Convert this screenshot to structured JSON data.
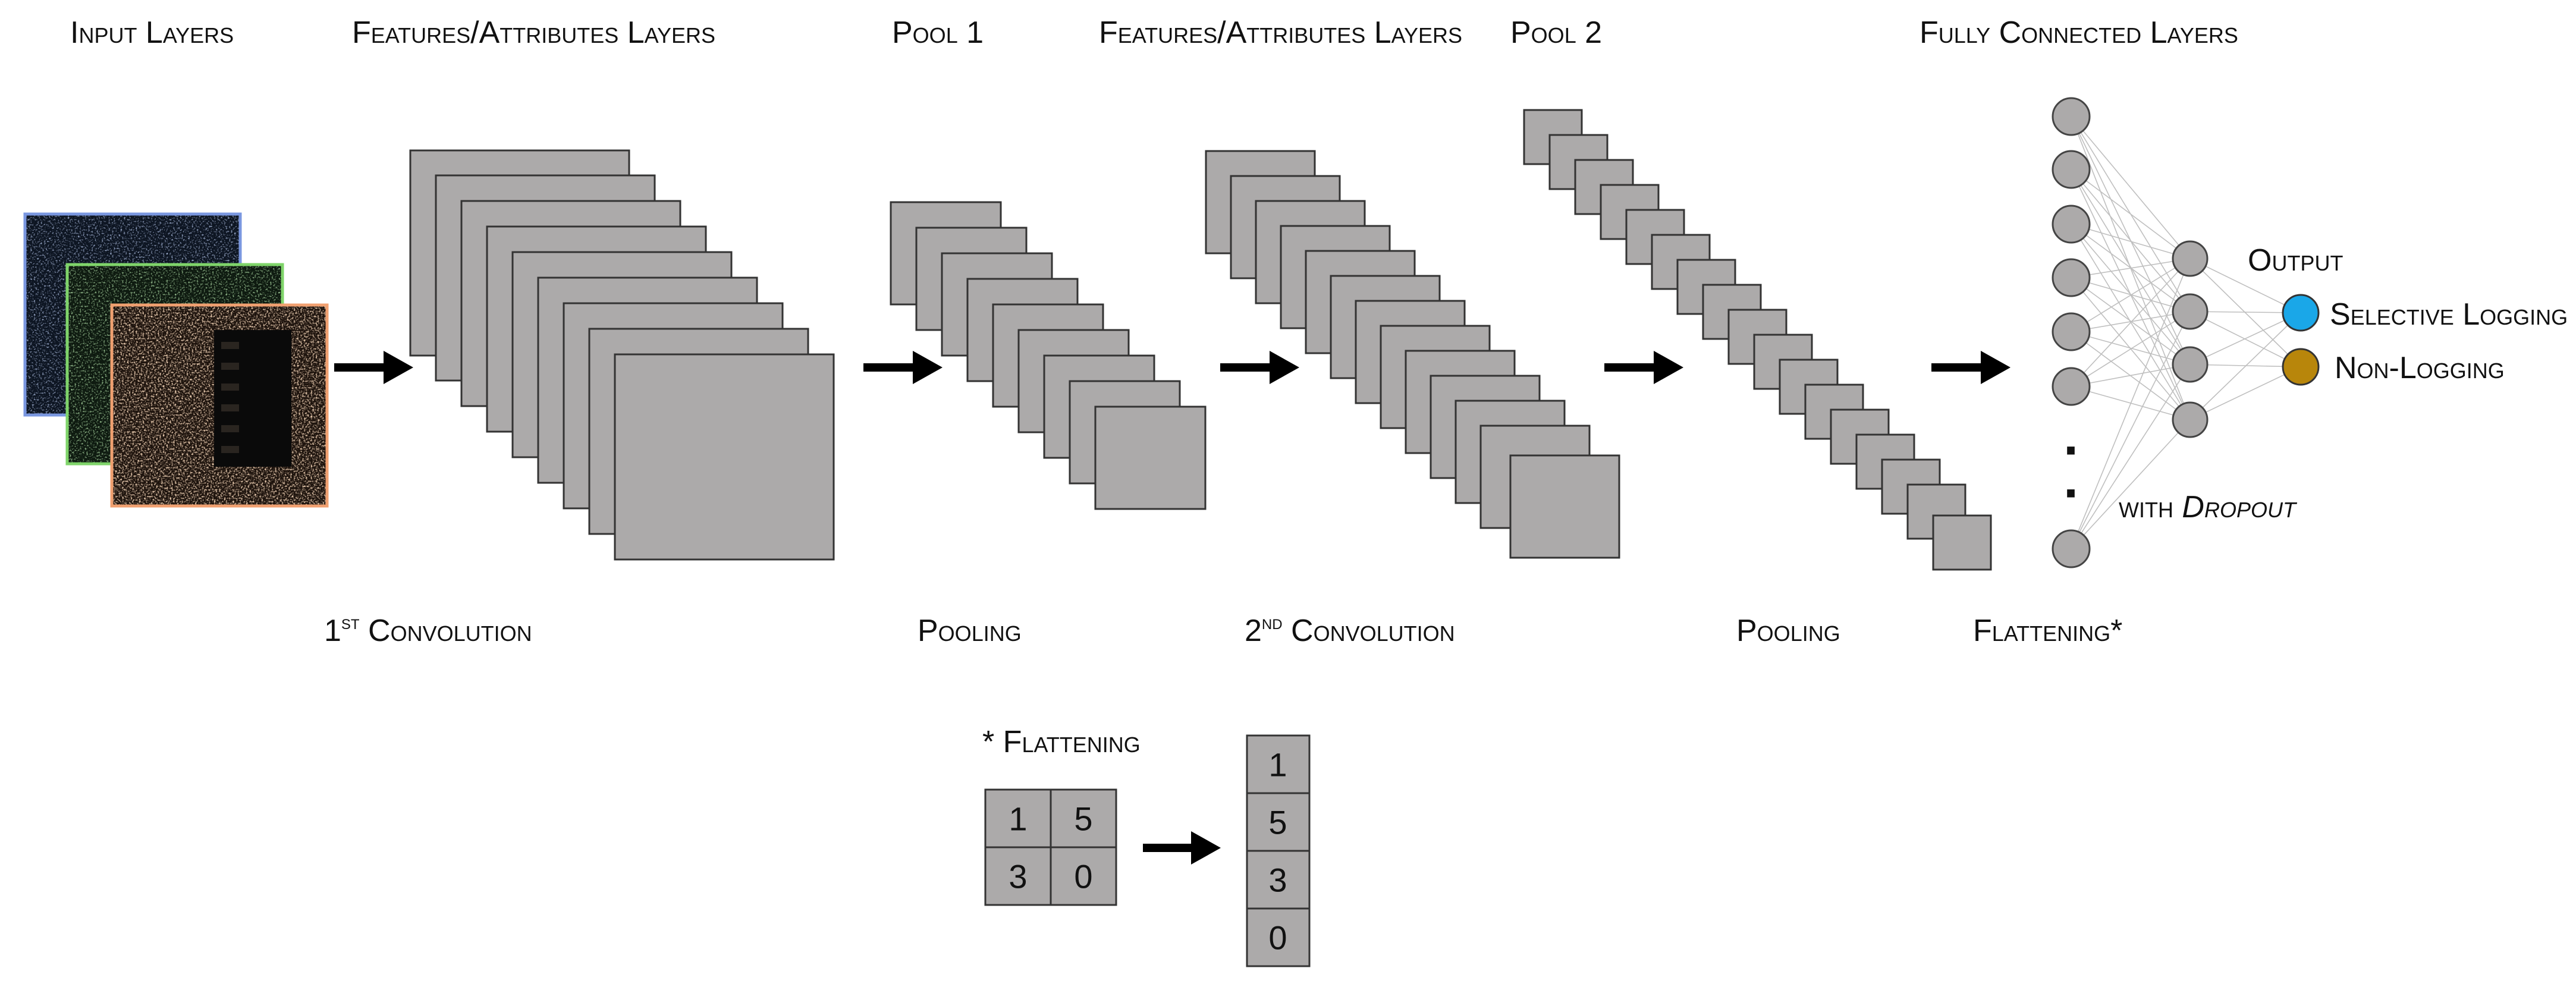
{
  "labels": {
    "input_layers": "Input Layers",
    "features_1": "Features/Attributes Layers",
    "pool1": "Pool 1",
    "features_2": "Features/Attributes Layers",
    "pool2": "Pool 2",
    "fully_connected": "Fully Connected Layers",
    "conv1_prefix": "1",
    "conv1_sup": "st",
    "conv1_word": " Convolution",
    "pooling_1": "Pooling",
    "conv2_prefix": "2",
    "conv2_sup": "nd",
    "conv2_word": " Convolution",
    "pooling_2": "Pooling",
    "flattening": "Flattening*",
    "output": "Output",
    "selective_logging": "Selective Logging",
    "non_logging": "Non-Logging",
    "dropout_prefix": "with ",
    "dropout_word": "Dropout",
    "dots": "·",
    "flattening_note": "* Flattening"
  },
  "flatten_example": {
    "matrix": [
      "1",
      "5",
      "3",
      "0"
    ],
    "vector": [
      "1",
      "5",
      "3",
      "0"
    ]
  },
  "colors": {
    "feature_map_fill": "#acaaaa",
    "selective_logging": "#1aa7e8",
    "non_logging": "#b8860b",
    "input_frame_blue": "#7a97e0",
    "input_frame_green": "#7fd46a",
    "input_frame_orange": "#f0a070"
  }
}
